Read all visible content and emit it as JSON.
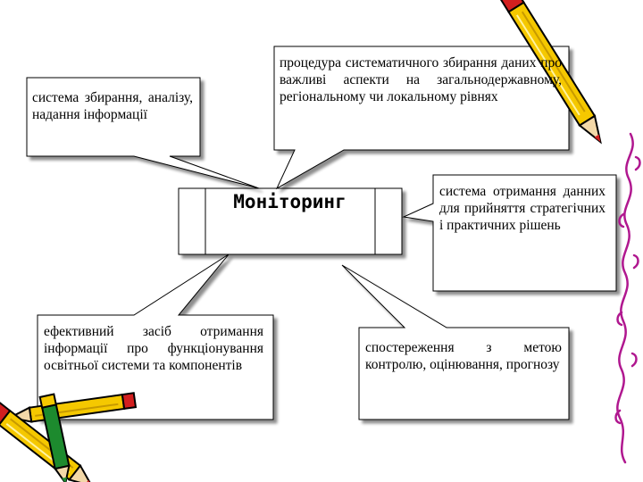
{
  "center": {
    "title": "Моніторинг"
  },
  "callouts": {
    "top_left": "система збирання, аналізу, надання інформації",
    "top_right": "процедура систематичного збирання даних про важливі аспекти на загальнодержавному, регіональному чи локальному рівнях",
    "right": "система отримання данних для прийняття стратегічних і практичних рішень",
    "bottom_left": "ефективний засіб отримання інформації про функціонування освітньої системи та компонентів",
    "bottom_right": "спостереження з метою контролю, оцінювання, прогнозу"
  },
  "colors": {
    "pencil_yellow": "#f5c800",
    "pencil_red": "#d21f1f",
    "pencil_green": "#1d8a2e",
    "swirl_magenta": "#b0178f"
  },
  "icons": [
    "pencil-top-right-icon",
    "pencils-bottom-left-icon",
    "swirl-decoration-icon"
  ]
}
